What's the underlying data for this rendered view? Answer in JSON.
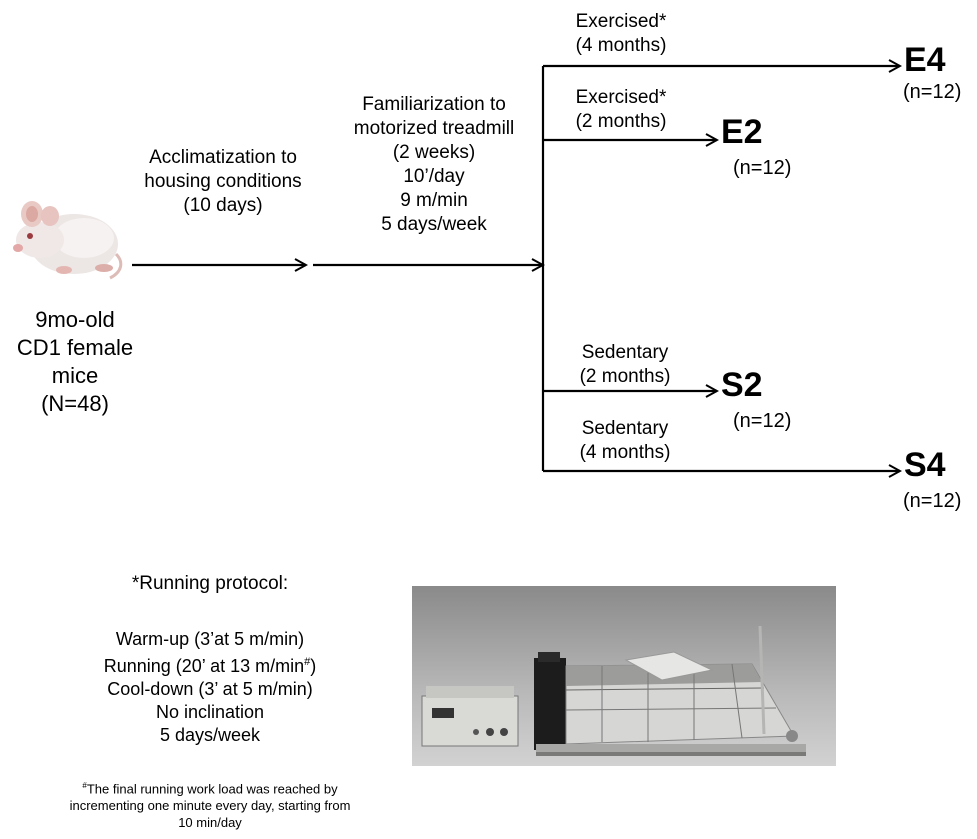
{
  "start": {
    "line1": "9mo-old",
    "line2": "CD1 female",
    "line3": "mice",
    "line4": "(N=48)"
  },
  "stage1": {
    "line1": "Acclimatization to",
    "line2": "housing conditions",
    "line3": "(10 days)"
  },
  "stage2": {
    "line1": "Familiarization to",
    "line2": "motorized treadmill",
    "line3": "(2 weeks)",
    "line4": "10’/day",
    "line5": "9 m/min",
    "line6": "5 days/week"
  },
  "branches": {
    "e4": {
      "label1": "Exercised*",
      "label2": "(4 months)",
      "group": "E4",
      "n": "(n=12)"
    },
    "e2": {
      "label1": "Exercised*",
      "label2": "(2 months)",
      "group": "E2",
      "n": "(n=12)"
    },
    "s2": {
      "label1": "Sedentary",
      "label2": "(2 months)",
      "group": "S2",
      "n": "(n=12)"
    },
    "s4": {
      "label1": "Sedentary",
      "label2": "(4 months)",
      "group": "S4",
      "n": "(n=12)"
    }
  },
  "protocol": {
    "title": "*Running protocol:",
    "lines": [
      "Warm-up (3’at 5 m/min)",
      "Running (20’ at 13 m/min",
      "Cool-down (3’ at 5 m/min)",
      "No inclination",
      "5 days/week"
    ],
    "running_sup": "#",
    "running_close": ")"
  },
  "footnote": {
    "mark": "#",
    "line1": "The final running work load was reached by",
    "line2": "incrementing one minute every day, starting from",
    "line3": "10 min/day"
  }
}
